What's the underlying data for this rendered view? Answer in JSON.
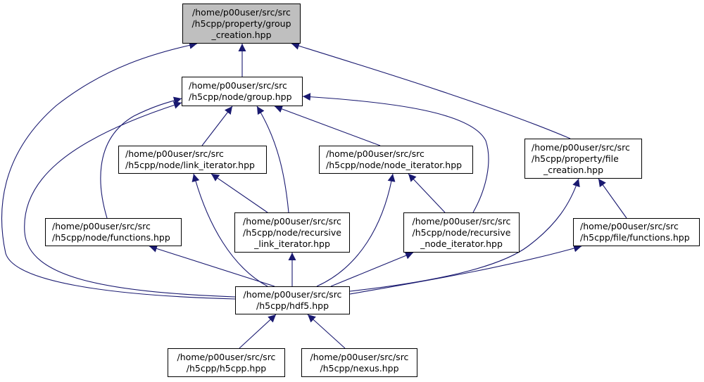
{
  "diagram": {
    "title": "Include dependency graph for group_creation.hpp",
    "colors": {
      "edge": "#191970",
      "current_fill": "#bfbfbf",
      "node_fill": "#ffffff",
      "border": "#000000"
    },
    "nodes": [
      {
        "id": "group_creation",
        "lines": [
          "/home/p00user/src/src",
          "/h5cpp/property/group",
          "_creation.hpp"
        ],
        "current": true
      },
      {
        "id": "node_group",
        "lines": [
          "/home/p00user/src/src",
          "/h5cpp/node/group.hpp"
        ]
      },
      {
        "id": "link_iterator",
        "lines": [
          "/home/p00user/src/src",
          "/h5cpp/node/link_iterator.hpp"
        ]
      },
      {
        "id": "node_iterator",
        "lines": [
          "/home/p00user/src/src",
          "/h5cpp/node/node_iterator.hpp"
        ]
      },
      {
        "id": "file_creation",
        "lines": [
          "/home/p00user/src/src",
          "/h5cpp/property/file",
          "_creation.hpp"
        ]
      },
      {
        "id": "node_functions",
        "lines": [
          "/home/p00user/src/src",
          "/h5cpp/node/functions.hpp"
        ]
      },
      {
        "id": "recursive_link_iterator",
        "lines": [
          "/home/p00user/src/src",
          "/h5cpp/node/recursive",
          "_link_iterator.hpp"
        ]
      },
      {
        "id": "recursive_node_iterator",
        "lines": [
          "/home/p00user/src/src",
          "/h5cpp/node/recursive",
          "_node_iterator.hpp"
        ]
      },
      {
        "id": "file_functions",
        "lines": [
          "/home/p00user/src/src",
          "/h5cpp/file/functions.hpp"
        ]
      },
      {
        "id": "hdf5",
        "lines": [
          "/home/p00user/src/src",
          "/h5cpp/hdf5.hpp"
        ]
      },
      {
        "id": "h5cpp",
        "lines": [
          "/home/p00user/src/src",
          "/h5cpp/h5cpp.hpp"
        ]
      },
      {
        "id": "nexus",
        "lines": [
          "/home/p00user/src/src",
          "/h5cpp/nexus.hpp"
        ]
      }
    ],
    "edges": [
      {
        "from": "node_group",
        "to": "group_creation"
      },
      {
        "from": "file_creation",
        "to": "group_creation"
      },
      {
        "from": "hdf5",
        "to": "group_creation"
      },
      {
        "from": "link_iterator",
        "to": "node_group"
      },
      {
        "from": "node_iterator",
        "to": "node_group"
      },
      {
        "from": "node_functions",
        "to": "node_group"
      },
      {
        "from": "recursive_link_iterator",
        "to": "node_group"
      },
      {
        "from": "recursive_node_iterator",
        "to": "node_group"
      },
      {
        "from": "hdf5",
        "to": "node_group"
      },
      {
        "from": "recursive_link_iterator",
        "to": "link_iterator"
      },
      {
        "from": "hdf5",
        "to": "link_iterator"
      },
      {
        "from": "recursive_node_iterator",
        "to": "node_iterator"
      },
      {
        "from": "hdf5",
        "to": "node_iterator"
      },
      {
        "from": "file_functions",
        "to": "file_creation"
      },
      {
        "from": "hdf5",
        "to": "file_creation"
      },
      {
        "from": "hdf5",
        "to": "node_functions"
      },
      {
        "from": "hdf5",
        "to": "recursive_link_iterator"
      },
      {
        "from": "hdf5",
        "to": "recursive_node_iterator"
      },
      {
        "from": "hdf5",
        "to": "file_functions"
      },
      {
        "from": "h5cpp",
        "to": "hdf5"
      },
      {
        "from": "nexus",
        "to": "hdf5"
      }
    ]
  }
}
